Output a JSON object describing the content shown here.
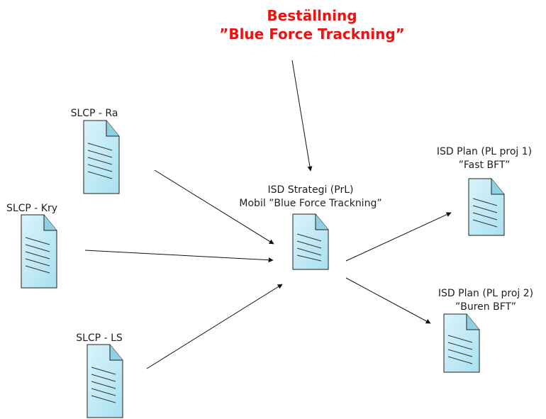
{
  "title": {
    "line1": "Beställning",
    "line2": "”Blue Force Trackning”"
  },
  "nodes": {
    "slcp_ra": {
      "label": "SLCP - Ra"
    },
    "slcp_kry": {
      "label": "SLCP - Kry"
    },
    "slcp_ls": {
      "label": "SLCP - LS"
    },
    "strategy": {
      "line1": "ISD Strategi (PrL)",
      "line2": "Mobil ”Blue Force Trackning”"
    },
    "plan1": {
      "line1": "ISD Plan (PL proj 1)",
      "line2": "”Fast BFT”"
    },
    "plan2": {
      "line1": "ISD Plan (PL proj 2)",
      "line2": "”Buren BFT”"
    }
  },
  "colors": {
    "title": "#ee1111",
    "doc_fill": "#bfeaf5",
    "doc_stroke": "#222222",
    "arrow": "#111111"
  },
  "icons": {
    "document": "document-icon"
  }
}
